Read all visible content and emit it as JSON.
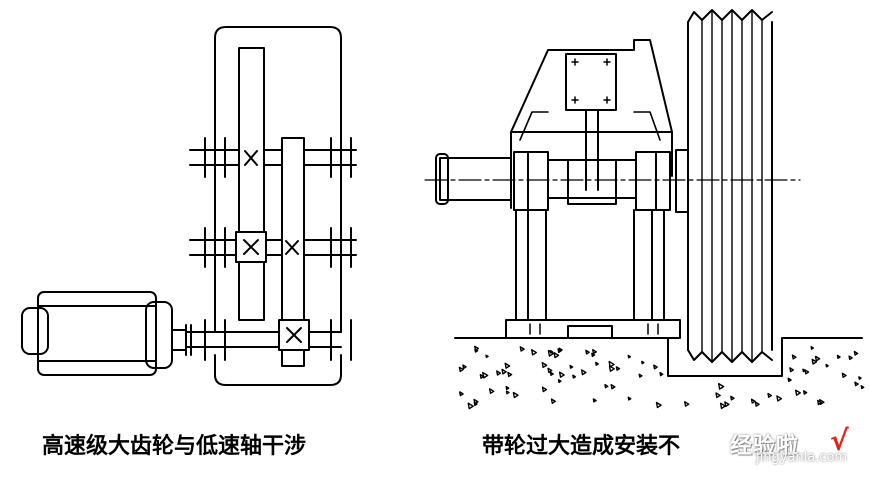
{
  "captions": {
    "left": "高速级大齿轮与低速轴干涉",
    "right": "带轮过大造成安装不"
  },
  "watermark": {
    "brand": "经验啦",
    "check": "√",
    "url": "jingyanla.com"
  },
  "colors": {
    "line": "#000000",
    "background": "#ffffff",
    "watermark_check": "#e1251b"
  },
  "icons": [
    "cross-mark-icon",
    "bearing-icon",
    "check-icon"
  ]
}
